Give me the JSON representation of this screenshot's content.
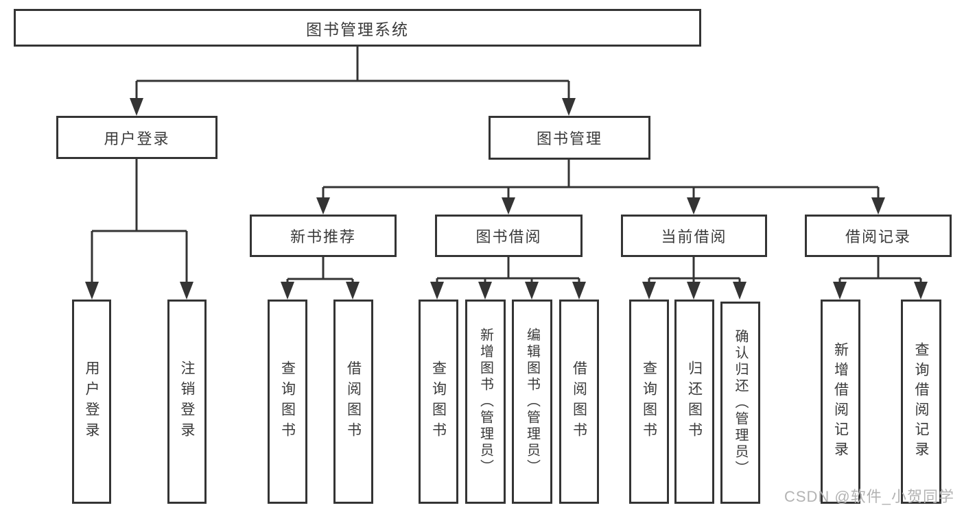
{
  "diagram": {
    "root": {
      "label": "图书管理系统"
    },
    "branches": [
      {
        "label": "用户登录",
        "children": [
          {
            "label": "用户登录"
          },
          {
            "label": "注销登录"
          }
        ]
      },
      {
        "label": "图书管理",
        "children": [
          {
            "label": "新书推荐",
            "children": [
              {
                "label": "查询图书"
              },
              {
                "label": "借阅图书"
              }
            ]
          },
          {
            "label": "图书借阅",
            "children": [
              {
                "label": "查询图书"
              },
              {
                "label": "新增图书（管理员）"
              },
              {
                "label": "编辑图书（管理员）"
              },
              {
                "label": "借阅图书"
              }
            ]
          },
          {
            "label": "当前借阅",
            "children": [
              {
                "label": "查询图书"
              },
              {
                "label": "归还图书"
              },
              {
                "label": "确认归还（管理员）"
              }
            ]
          },
          {
            "label": "借阅记录",
            "children": [
              {
                "label": "新增借阅记录"
              },
              {
                "label": "查询借阅记录"
              }
            ]
          }
        ]
      }
    ]
  },
  "watermark": "CSDN @软件_小贺同学",
  "colors": {
    "line": "#343434",
    "box_border": "#343434",
    "text": "#3a3a3a",
    "watermark": "#b3b3b3",
    "background": "#ffffff"
  }
}
